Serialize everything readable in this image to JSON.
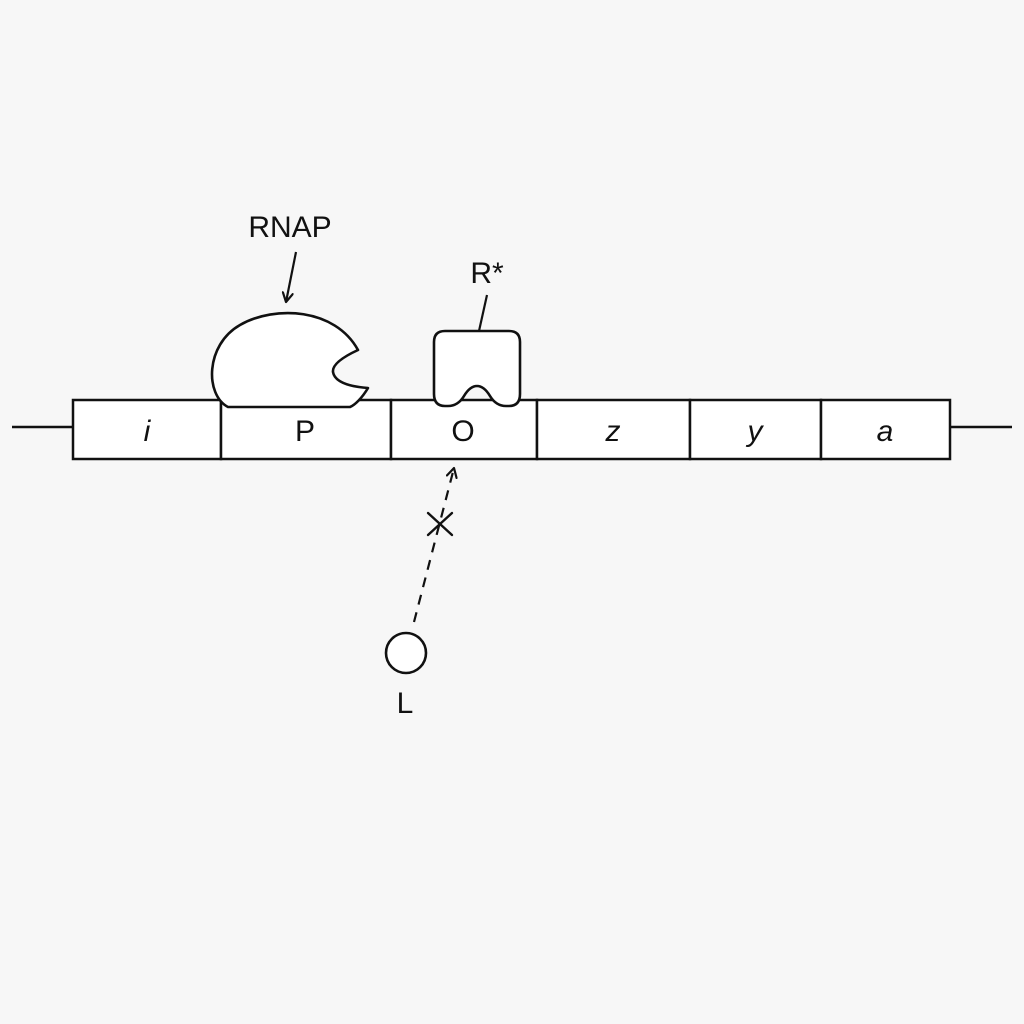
{
  "diagram": {
    "segments": [
      {
        "label": "i",
        "italic": true
      },
      {
        "label": "P",
        "italic": false
      },
      {
        "label": "O",
        "italic": false
      },
      {
        "label": "z",
        "italic": true
      },
      {
        "label": "y",
        "italic": true
      },
      {
        "label": "a",
        "italic": true
      }
    ],
    "rnap_label": "RNAP",
    "repressor_label": "R*",
    "ligand_label": "L",
    "blocked_mark": "×",
    "colors": {
      "stroke": "#111111",
      "fill": "#ffffff",
      "background": "#f7f7f7"
    }
  }
}
